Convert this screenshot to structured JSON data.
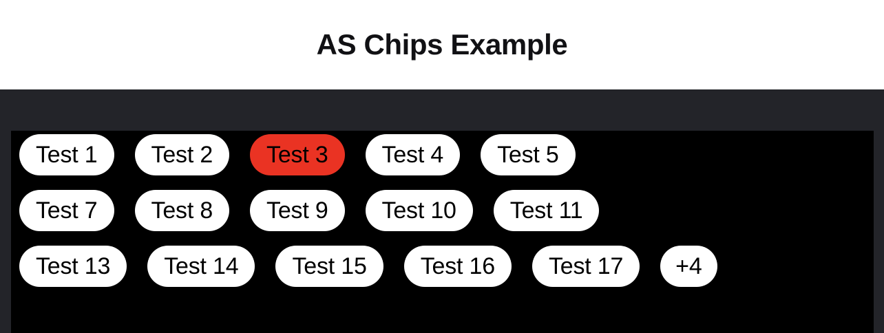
{
  "header": {
    "title": "AS Chips Example"
  },
  "theme": {
    "page_background": "#ffffff",
    "band_background": "#232429",
    "panel_background": "#000000",
    "chip_background": "#ffffff",
    "chip_text": "#000000",
    "chip_selected_background": "#ea3323",
    "title_color": "#111114"
  },
  "chips_panel": {
    "rows": [
      {
        "chips": [
          {
            "label": "Test 1",
            "selected": false
          },
          {
            "label": "Test 2",
            "selected": false
          },
          {
            "label": "Test 3",
            "selected": true
          },
          {
            "label": "Test 4",
            "selected": false
          },
          {
            "label": "Test 5",
            "selected": false
          }
        ]
      },
      {
        "chips": [
          {
            "label": "Test 7",
            "selected": false
          },
          {
            "label": "Test 8",
            "selected": false
          },
          {
            "label": "Test 9",
            "selected": false
          },
          {
            "label": "Test 10",
            "selected": false
          },
          {
            "label": "Test 11",
            "selected": false
          }
        ]
      },
      {
        "chips": [
          {
            "label": "Test 13",
            "selected": false
          },
          {
            "label": "Test 14",
            "selected": false
          },
          {
            "label": "Test 15",
            "selected": false
          },
          {
            "label": "Test 16",
            "selected": false
          },
          {
            "label": "Test 17",
            "selected": false
          },
          {
            "label": "+4",
            "selected": false,
            "overflow": true
          }
        ]
      }
    ]
  }
}
